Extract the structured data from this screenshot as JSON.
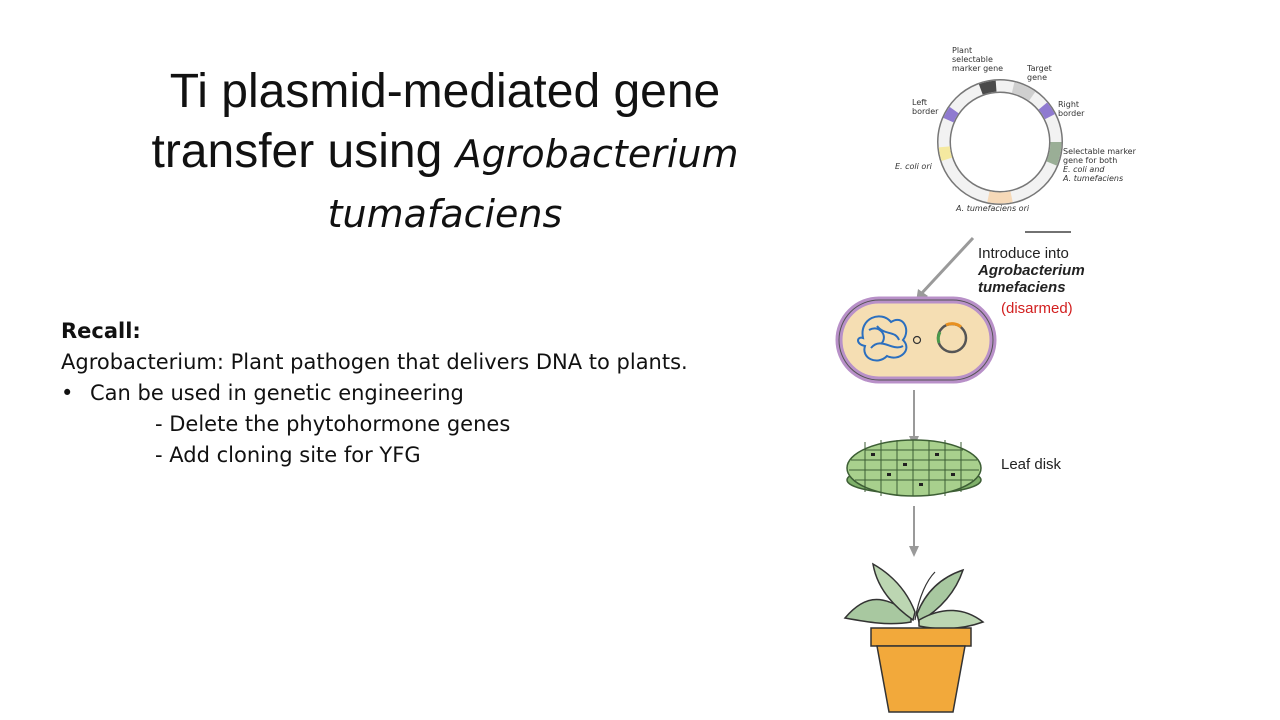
{
  "slide": {
    "title_line1": "Ti plasmid-mediated gene",
    "title_line2_plain": "transfer using",
    "title_line2_italic": "Agrobacterium",
    "title_line3_italic": "tumafaciens"
  },
  "body": {
    "heading": "Recall:",
    "paragraph": "Agrobacterium: Plant pathogen that delivers DNA to plants.",
    "bullet": "Can be used in genetic engineering",
    "sub_items": [
      "- Delete the phytohormone genes",
      "- Add cloning site for YFG"
    ]
  },
  "figure": {
    "plasmid_labels": {
      "plant_marker": "Plant selectable marker gene",
      "target_gene": "Target gene",
      "left_border": "Left border",
      "right_border": "Right border",
      "ecoli_ori": "E. coli ori",
      "selectable_marker_1": "Selectable marker",
      "selectable_marker_2": "gene for both",
      "selectable_marker_3": "E. coli and",
      "selectable_marker_4": "A. tumefaciens",
      "atum_ori": "A. tumefaciens ori"
    },
    "step1_line1": "Introduce into",
    "step1_line2": "Agrobacterium",
    "step1_line3": "tumefaciens",
    "step1_note": "(disarmed)",
    "step2": "Leaf disk"
  },
  "colors": {
    "bacterium_fill": "#f5deb3",
    "bacterium_outline": "#b890c8",
    "leaf_green": "#a8d08d",
    "pot_orange": "#f2a93b",
    "note_red": "#d21f1f"
  }
}
